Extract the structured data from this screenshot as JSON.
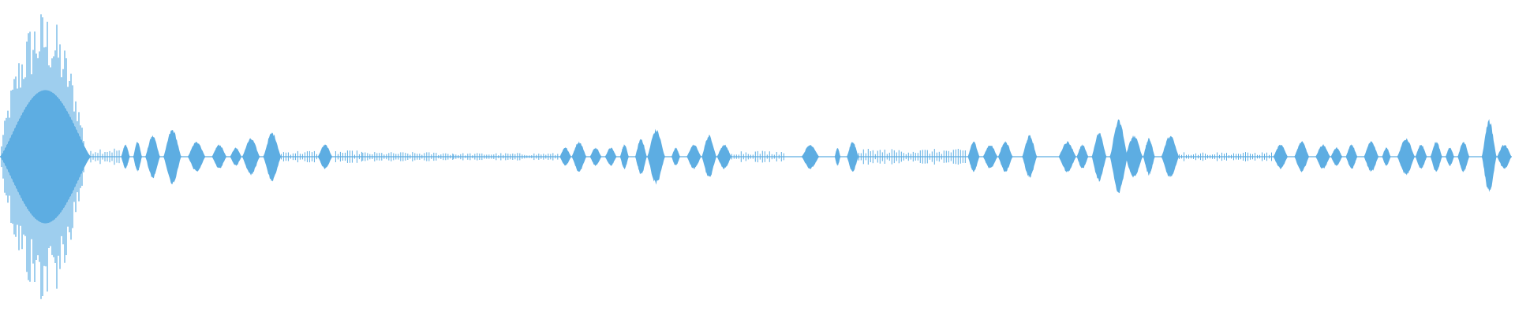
{
  "waveform": {
    "color": "#5dade2",
    "background": "#ffffff",
    "segments": [
      {
        "start": 0.0,
        "end": 0.06,
        "peak": 0.47,
        "shape": "burst"
      },
      {
        "start": 0.06,
        "end": 0.08,
        "peak": 0.03,
        "shape": "flat"
      },
      {
        "start": 0.08,
        "end": 0.086,
        "peak": 0.04,
        "shape": "bump"
      },
      {
        "start": 0.088,
        "end": 0.094,
        "peak": 0.05,
        "shape": "bump"
      },
      {
        "start": 0.096,
        "end": 0.106,
        "peak": 0.07,
        "shape": "bump"
      },
      {
        "start": 0.108,
        "end": 0.12,
        "peak": 0.09,
        "shape": "bump"
      },
      {
        "start": 0.124,
        "end": 0.136,
        "peak": 0.05,
        "shape": "bump"
      },
      {
        "start": 0.14,
        "end": 0.15,
        "peak": 0.04,
        "shape": "bump"
      },
      {
        "start": 0.152,
        "end": 0.16,
        "peak": 0.03,
        "shape": "bump"
      },
      {
        "start": 0.16,
        "end": 0.172,
        "peak": 0.06,
        "shape": "bump"
      },
      {
        "start": 0.174,
        "end": 0.186,
        "peak": 0.08,
        "shape": "bump"
      },
      {
        "start": 0.186,
        "end": 0.21,
        "peak": 0.02,
        "shape": "flat"
      },
      {
        "start": 0.21,
        "end": 0.22,
        "peak": 0.04,
        "shape": "bump"
      },
      {
        "start": 0.222,
        "end": 0.24,
        "peak": 0.02,
        "shape": "flat"
      },
      {
        "start": 0.24,
        "end": 0.3,
        "peak": 0.015,
        "shape": "flat"
      },
      {
        "start": 0.3,
        "end": 0.37,
        "peak": 0.012,
        "shape": "flat"
      },
      {
        "start": 0.37,
        "end": 0.378,
        "peak": 0.03,
        "shape": "bump"
      },
      {
        "start": 0.378,
        "end": 0.388,
        "peak": 0.05,
        "shape": "bump"
      },
      {
        "start": 0.39,
        "end": 0.398,
        "peak": 0.03,
        "shape": "bump"
      },
      {
        "start": 0.4,
        "end": 0.408,
        "peak": 0.03,
        "shape": "bump"
      },
      {
        "start": 0.41,
        "end": 0.416,
        "peak": 0.04,
        "shape": "bump"
      },
      {
        "start": 0.42,
        "end": 0.428,
        "peak": 0.06,
        "shape": "bump"
      },
      {
        "start": 0.428,
        "end": 0.44,
        "peak": 0.09,
        "shape": "bump"
      },
      {
        "start": 0.444,
        "end": 0.45,
        "peak": 0.03,
        "shape": "bump"
      },
      {
        "start": 0.454,
        "end": 0.464,
        "peak": 0.04,
        "shape": "bump"
      },
      {
        "start": 0.464,
        "end": 0.474,
        "peak": 0.07,
        "shape": "bump"
      },
      {
        "start": 0.474,
        "end": 0.484,
        "peak": 0.04,
        "shape": "bump"
      },
      {
        "start": 0.484,
        "end": 0.52,
        "peak": 0.02,
        "shape": "flat"
      },
      {
        "start": 0.53,
        "end": 0.542,
        "peak": 0.04,
        "shape": "bump"
      },
      {
        "start": 0.552,
        "end": 0.556,
        "peak": 0.03,
        "shape": "bump"
      },
      {
        "start": 0.56,
        "end": 0.568,
        "peak": 0.05,
        "shape": "bump"
      },
      {
        "start": 0.568,
        "end": 0.64,
        "peak": 0.025,
        "shape": "flat"
      },
      {
        "start": 0.64,
        "end": 0.648,
        "peak": 0.05,
        "shape": "bump"
      },
      {
        "start": 0.65,
        "end": 0.66,
        "peak": 0.04,
        "shape": "bump"
      },
      {
        "start": 0.66,
        "end": 0.67,
        "peak": 0.05,
        "shape": "bump"
      },
      {
        "start": 0.676,
        "end": 0.686,
        "peak": 0.07,
        "shape": "bump"
      },
      {
        "start": 0.7,
        "end": 0.712,
        "peak": 0.05,
        "shape": "bump"
      },
      {
        "start": 0.712,
        "end": 0.72,
        "peak": 0.04,
        "shape": "bump"
      },
      {
        "start": 0.722,
        "end": 0.732,
        "peak": 0.08,
        "shape": "bump"
      },
      {
        "start": 0.734,
        "end": 0.746,
        "peak": 0.12,
        "shape": "bump"
      },
      {
        "start": 0.744,
        "end": 0.756,
        "peak": 0.07,
        "shape": "bump"
      },
      {
        "start": 0.756,
        "end": 0.764,
        "peak": 0.06,
        "shape": "bump"
      },
      {
        "start": 0.768,
        "end": 0.78,
        "peak": 0.07,
        "shape": "bump"
      },
      {
        "start": 0.78,
        "end": 0.842,
        "peak": 0.015,
        "shape": "flat"
      },
      {
        "start": 0.842,
        "end": 0.852,
        "peak": 0.04,
        "shape": "bump"
      },
      {
        "start": 0.856,
        "end": 0.866,
        "peak": 0.05,
        "shape": "bump"
      },
      {
        "start": 0.87,
        "end": 0.88,
        "peak": 0.04,
        "shape": "bump"
      },
      {
        "start": 0.88,
        "end": 0.888,
        "peak": 0.03,
        "shape": "bump"
      },
      {
        "start": 0.89,
        "end": 0.898,
        "peak": 0.04,
        "shape": "bump"
      },
      {
        "start": 0.902,
        "end": 0.912,
        "peak": 0.05,
        "shape": "bump"
      },
      {
        "start": 0.914,
        "end": 0.92,
        "peak": 0.03,
        "shape": "bump"
      },
      {
        "start": 0.924,
        "end": 0.936,
        "peak": 0.06,
        "shape": "bump"
      },
      {
        "start": 0.936,
        "end": 0.944,
        "peak": 0.04,
        "shape": "bump"
      },
      {
        "start": 0.946,
        "end": 0.954,
        "peak": 0.05,
        "shape": "bump"
      },
      {
        "start": 0.956,
        "end": 0.962,
        "peak": 0.03,
        "shape": "bump"
      },
      {
        "start": 0.964,
        "end": 0.972,
        "peak": 0.05,
        "shape": "bump"
      },
      {
        "start": 0.98,
        "end": 0.99,
        "peak": 0.12,
        "shape": "bump"
      },
      {
        "start": 0.99,
        "end": 1.0,
        "peak": 0.04,
        "shape": "bump"
      }
    ]
  }
}
